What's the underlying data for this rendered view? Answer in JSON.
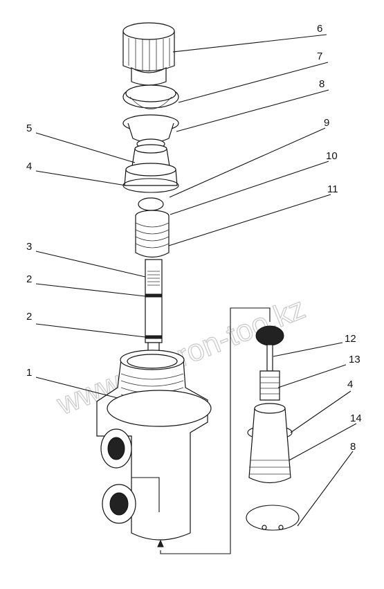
{
  "watermark": "www.sinhron-too.kz",
  "labels": {
    "l6": "6",
    "l7": "7",
    "l8a": "8",
    "l9": "9",
    "l10": "10",
    "l11": "11",
    "l5": "5",
    "l4a": "4",
    "l3": "3",
    "l2a": "2",
    "l2b": "2",
    "l1": "1",
    "l12": "12",
    "l13": "13",
    "l4b": "4",
    "l14": "14",
    "l8b": "8"
  }
}
